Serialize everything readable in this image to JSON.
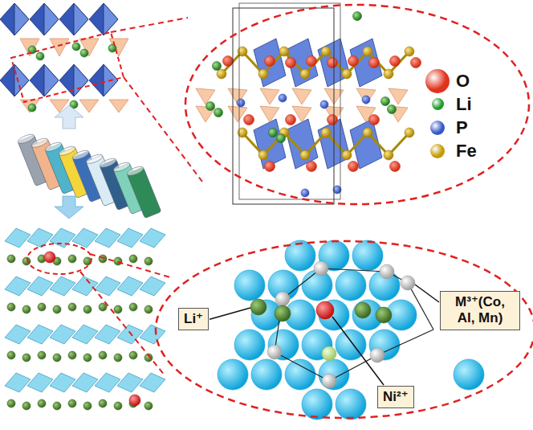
{
  "diagram": {
    "nodes": [
      {
        "text": [
          "Li⁺"
        ]
      },
      {
        "text": [
          "M³⁺(Co, Al, Mn)"
        ]
      },
      {
        "text": [
          "Ni²⁺"
        ]
      }
    ],
    "legend": [
      {
        "text": "O",
        "color": "#e0321c"
      },
      {
        "text": "Li",
        "color": "#1f9a2a"
      },
      {
        "text": "P",
        "color": "#3558c8"
      },
      {
        "text": "Fe",
        "color": "#c49a00"
      }
    ]
  }
}
